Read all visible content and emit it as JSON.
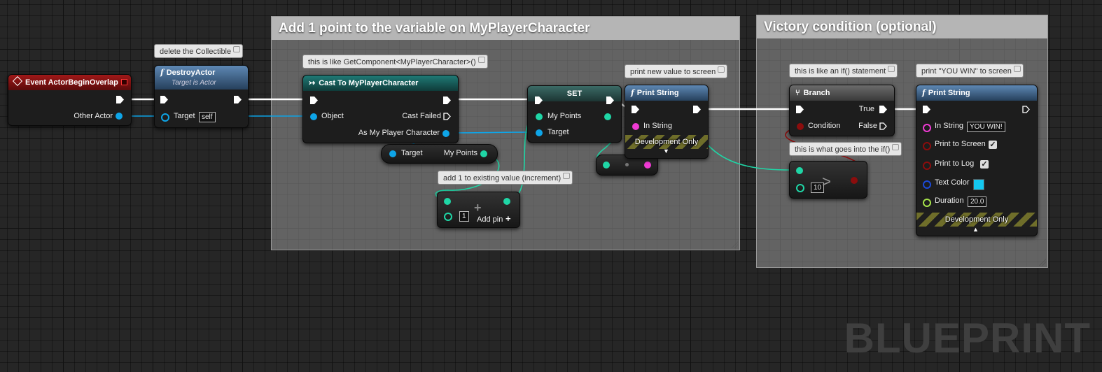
{
  "watermark": "BLUEPRINT",
  "colors": {
    "exec": "#ffffff",
    "object_pin": "#0ea5e8",
    "int_pin": "#1fd6a6",
    "string_pin": "#f03ad4",
    "bool_pin": "#8b0d0d",
    "struct_pin": "#1b4ad9",
    "float_pin": "#a6e34a"
  },
  "comment_boxes": [
    {
      "title": "Add 1 point to the variable on MyPlayerCharacter"
    },
    {
      "title": "Victory condition (optional)"
    }
  ],
  "bubbles": {
    "destroy": "delete the Collectible",
    "cast": "this is like GetComponent<MyPlayerCharacter>()",
    "print1": "print new value to screen",
    "add": "add 1 to existing value (increment)",
    "branch": "this is like an if() statement",
    "print2": "print \"YOU WIN\" to screen",
    "compare": "this is what goes into the if()"
  },
  "nodes": {
    "event": {
      "title": "Event ActorBeginOverlap",
      "other_actor": "Other Actor"
    },
    "destroy": {
      "title": "DestroyActor",
      "subtitle": "Target is Actor",
      "target": "Target",
      "target_value": "self"
    },
    "cast": {
      "title": "Cast To MyPlayerCharacter",
      "object": "Object",
      "cast_failed": "Cast Failed",
      "as_player": "As My Player Character"
    },
    "get_points": {
      "target": "Target",
      "my_points": "My Points"
    },
    "set": {
      "title": "SET",
      "my_points": "My Points",
      "target": "Target"
    },
    "add": {
      "value": "1",
      "add_pin": "Add pin"
    },
    "print1": {
      "title": "Print String",
      "in_string": "In String",
      "dev_only": "Development Only"
    },
    "branch": {
      "title": "Branch",
      "condition": "Condition",
      "true_label": "True",
      "false_label": "False"
    },
    "compare": {
      "value": "10",
      "op": ">"
    },
    "print2": {
      "title": "Print String",
      "in_string": "In String",
      "in_string_value": "YOU WIN!",
      "print_screen": "Print to Screen",
      "print_log": "Print to Log",
      "text_color": "Text Color",
      "text_color_value": "#14c8f0",
      "duration": "Duration",
      "duration_value": "20.0",
      "dev_only": "Development Only"
    }
  }
}
